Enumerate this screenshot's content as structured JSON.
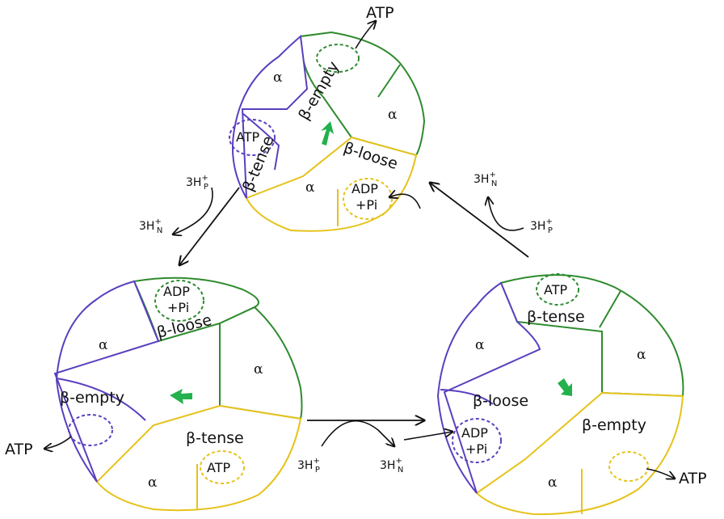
{
  "colors": {
    "green": "#2e8b2e",
    "purple": "#5b3fbf",
    "yellow": "#e6c21a",
    "arrow_green": "#22b14c",
    "ink": "#111111"
  },
  "top_rotor": {
    "atp_released": "ATP",
    "beta_empty": "β-empty",
    "beta_tense": "β-tense",
    "beta_loose": "β-loose",
    "alpha_1": "α",
    "alpha_2": "α",
    "alpha_3": "α",
    "site_atp": "ATP",
    "site_adp": "ADP",
    "site_pi": "+Pi"
  },
  "left_rotor": {
    "beta_loose": "β-loose",
    "beta_empty": "β-empty",
    "beta_tense": "β-tense",
    "alpha_1": "α",
    "alpha_2": "α",
    "alpha_3": "α",
    "site_adp": "ADP",
    "site_pi": "+Pi",
    "site_atp": "ATP",
    "atp_released": "ATP"
  },
  "right_rotor": {
    "beta_tense": "β-tense",
    "beta_loose": "β-loose",
    "beta_empty": "β-empty",
    "alpha_1": "α",
    "alpha_2": "α",
    "alpha_3": "α",
    "site_atp": "ATP",
    "site_adp": "ADP",
    "site_pi": "+Pi",
    "atp_released": "ATP"
  },
  "protons": {
    "amount": "3H",
    "p_side": "P",
    "n_side": "N",
    "charge": "+"
  }
}
